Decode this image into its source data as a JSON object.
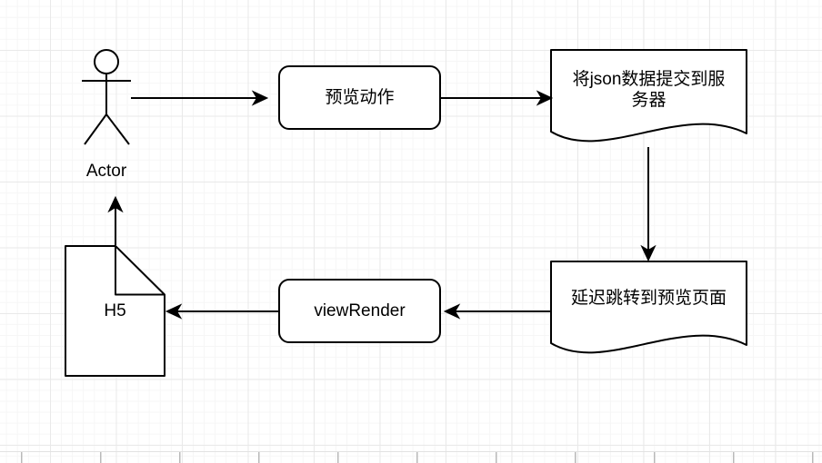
{
  "diagram": {
    "nodes": {
      "actor": {
        "label": "Actor"
      },
      "preview_action": {
        "label": "预览动作"
      },
      "submit_json": {
        "lines": [
          "将json数据提交到服",
          "务器"
        ]
      },
      "delay_redirect": {
        "label": "延迟跳转到预览页面"
      },
      "view_render": {
        "label": "viewRender"
      },
      "h5": {
        "label": "H5"
      }
    },
    "edges": [
      {
        "from": "actor",
        "to": "preview_action"
      },
      {
        "from": "preview_action",
        "to": "submit_json"
      },
      {
        "from": "submit_json",
        "to": "delay_redirect"
      },
      {
        "from": "delay_redirect",
        "to": "view_render"
      },
      {
        "from": "view_render",
        "to": "h5"
      },
      {
        "from": "h5",
        "to": "actor"
      }
    ],
    "colors": {
      "shape_stroke": "#000000",
      "shape_fill": "#ffffff",
      "grid_minor": "#f6f6f6",
      "grid_major": "#e9e9e9",
      "canvas_bg": "#ffffff"
    }
  }
}
